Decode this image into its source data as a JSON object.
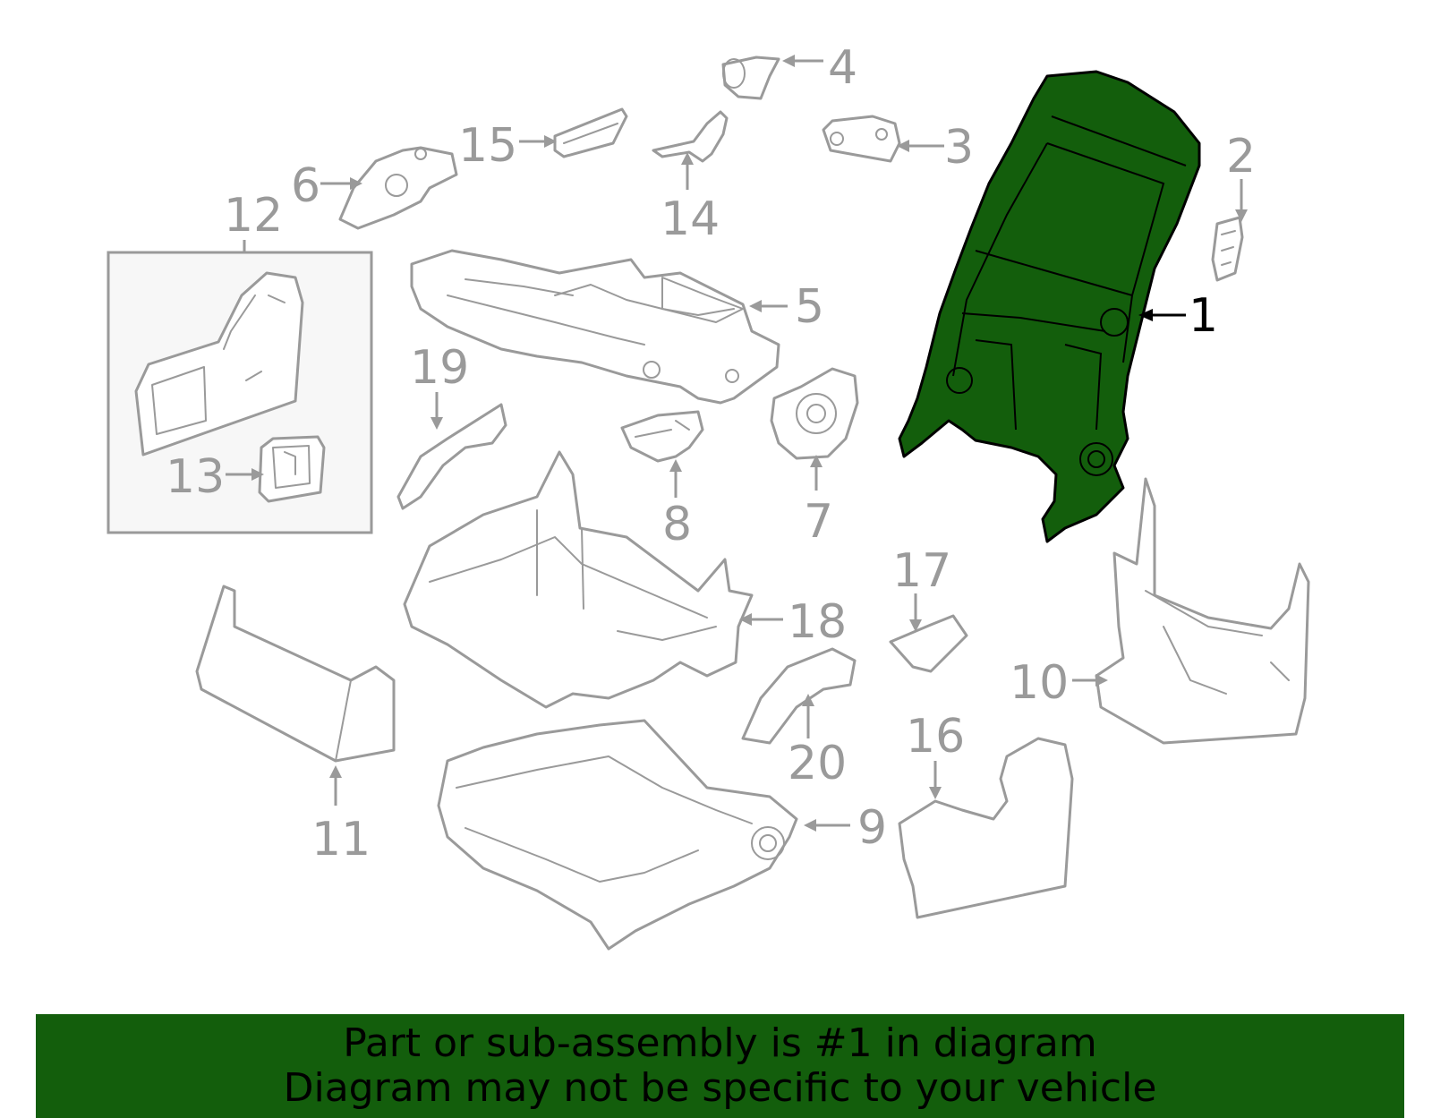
{
  "callouts": {
    "c1": "1",
    "c2": "2",
    "c3": "3",
    "c4": "4",
    "c5": "5",
    "c6": "6",
    "c7": "7",
    "c8": "8",
    "c9": "9",
    "c10": "10",
    "c11": "11",
    "c12": "12",
    "c13": "13",
    "c14": "14",
    "c15": "15",
    "c16": "16",
    "c17": "17",
    "c18": "18",
    "c19": "19",
    "c20": "20"
  },
  "banner": {
    "line1": "Part or sub-assembly is #1 in diagram",
    "line2": "Diagram may not be specific to your vehicle"
  },
  "colors": {
    "highlight": "#135e0c",
    "parts_stroke": "#9a9a9a",
    "text": "#000000"
  },
  "highlighted_part": "1"
}
